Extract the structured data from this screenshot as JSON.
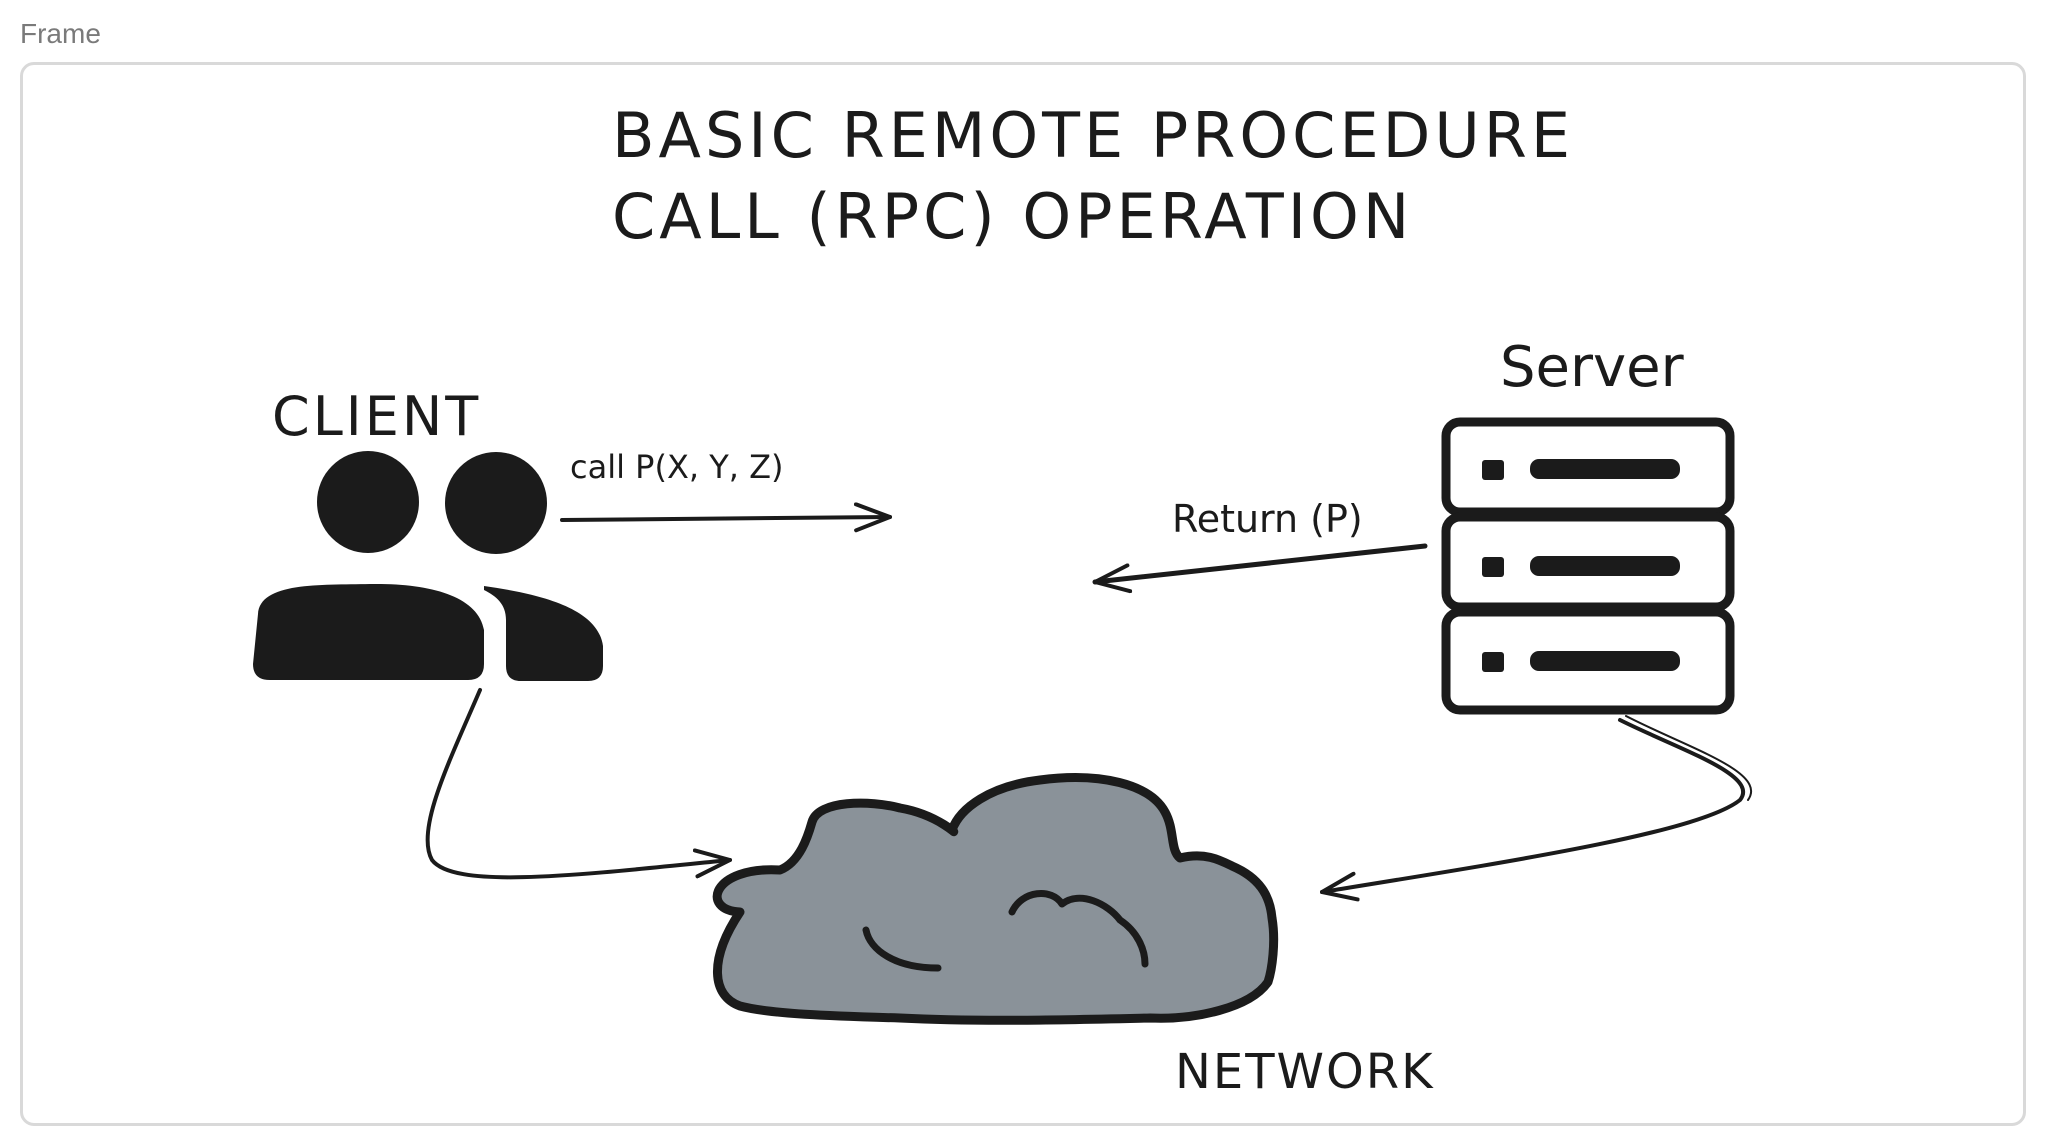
{
  "frame": {
    "label": "Frame"
  },
  "diagram": {
    "title_line1": "BASIC REMOTE PROCEDURE",
    "title_line2": "CALL (RPC) OPERATION",
    "client_label": "CLIENT",
    "server_label": "Server",
    "network_label": "NETWORK",
    "call_label": "call P(X, Y, Z)",
    "return_label": "Return (P)"
  },
  "icons": {
    "client": "users-icon",
    "server": "server-rack-icon",
    "network": "cloud-icon"
  },
  "colors": {
    "ink": "#1b1b1b",
    "cloud_fill": "#8a9299",
    "frame_border": "#d9d9d9"
  }
}
